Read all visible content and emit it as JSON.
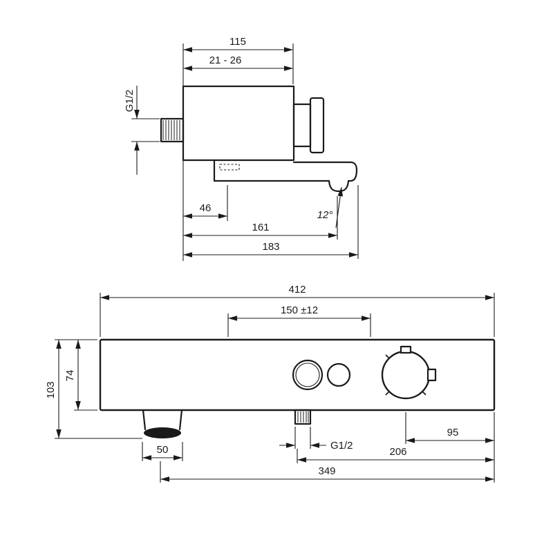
{
  "page": {
    "background": "#ffffff",
    "line_color": "#1a1a1a"
  },
  "side_view": {
    "dims": {
      "depth": "115",
      "wall_clearance": "21 - 26",
      "inlet_thread": "G1/2",
      "spout_offset": "46",
      "spout_reach": "161",
      "overall_reach": "183",
      "spout_angle": "12°"
    }
  },
  "front_view": {
    "dims": {
      "overall_width": "412",
      "connection_centers": "150 ±12",
      "overall_height": "103",
      "body_height": "74",
      "base_width": "50",
      "outlet_thread": "G1/2",
      "handle_to_edge": "95",
      "outlet_to_edge": "206",
      "base_to_edge": "349"
    }
  }
}
